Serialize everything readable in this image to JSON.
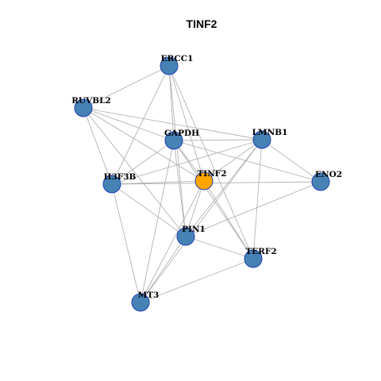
{
  "title": "TINF2",
  "colors": {
    "node_fill": "#4682b4",
    "center_fill": "#ffa500",
    "node_stroke": "#1f3fb4",
    "edge": "#b3b3b3"
  },
  "nodes": [
    {
      "id": "ERCC1",
      "label": "ERCC1",
      "center": false
    },
    {
      "id": "RUVBL2",
      "label": "RUVBL2",
      "center": false
    },
    {
      "id": "GAPDH",
      "label": "GAPDH",
      "center": false
    },
    {
      "id": "LMNB1",
      "label": "LMNB1",
      "center": false
    },
    {
      "id": "H3F3B",
      "label": "H3F3B",
      "center": false
    },
    {
      "id": "TINF2",
      "label": "TINF2",
      "center": true
    },
    {
      "id": "ENO2",
      "label": "ENO2",
      "center": false
    },
    {
      "id": "PIN1",
      "label": "PIN1",
      "center": false
    },
    {
      "id": "TERF2",
      "label": "TERF2",
      "center": false
    },
    {
      "id": "MT3",
      "label": "MT3",
      "center": false
    }
  ],
  "edges": [
    [
      "ERCC1",
      "RUVBL2"
    ],
    [
      "ERCC1",
      "GAPDH"
    ],
    [
      "ERCC1",
      "H3F3B"
    ],
    [
      "ERCC1",
      "TINF2"
    ],
    [
      "ERCC1",
      "PIN1"
    ],
    [
      "ERCC1",
      "TERF2"
    ],
    [
      "RUVBL2",
      "GAPDH"
    ],
    [
      "RUVBL2",
      "LMNB1"
    ],
    [
      "RUVBL2",
      "H3F3B"
    ],
    [
      "RUVBL2",
      "TINF2"
    ],
    [
      "RUVBL2",
      "PIN1"
    ],
    [
      "GAPDH",
      "LMNB1"
    ],
    [
      "GAPDH",
      "H3F3B"
    ],
    [
      "GAPDH",
      "TINF2"
    ],
    [
      "GAPDH",
      "ENO2"
    ],
    [
      "GAPDH",
      "PIN1"
    ],
    [
      "GAPDH",
      "MT3"
    ],
    [
      "GAPDH",
      "TERF2"
    ],
    [
      "LMNB1",
      "H3F3B"
    ],
    [
      "LMNB1",
      "TINF2"
    ],
    [
      "LMNB1",
      "ENO2"
    ],
    [
      "LMNB1",
      "PIN1"
    ],
    [
      "LMNB1",
      "TERF2"
    ],
    [
      "LMNB1",
      "MT3"
    ],
    [
      "H3F3B",
      "TINF2"
    ],
    [
      "H3F3B",
      "ENO2"
    ],
    [
      "H3F3B",
      "PIN1"
    ],
    [
      "H3F3B",
      "MT3"
    ],
    [
      "TINF2",
      "PIN1"
    ],
    [
      "TINF2",
      "TERF2"
    ],
    [
      "TINF2",
      "MT3"
    ],
    [
      "ENO2",
      "PIN1"
    ],
    [
      "PIN1",
      "TERF2"
    ],
    [
      "PIN1",
      "MT3"
    ],
    [
      "TERF2",
      "MT3"
    ]
  ]
}
